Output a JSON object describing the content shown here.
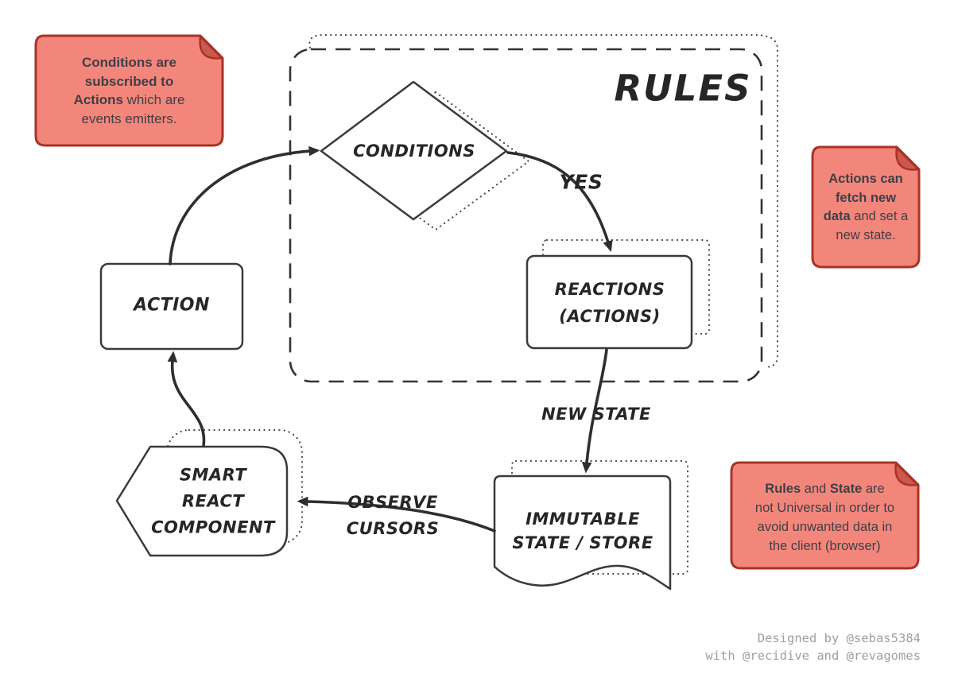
{
  "diagram": {
    "rules_title": "RULES",
    "nodes": {
      "conditions": {
        "label": "CONDITIONS"
      },
      "reactions": {
        "line1": "REACTIONS",
        "line2": "(ACTIONS)"
      },
      "action": {
        "label": "ACTION"
      },
      "smart_component": {
        "line1": "SMART",
        "line2": "REACT",
        "line3": "COMPONENT"
      },
      "store": {
        "line1": "IMMUTABLE",
        "line2": "STATE / STORE"
      }
    },
    "edge_labels": {
      "yes": "YES",
      "new_state": "NEW STATE",
      "observe_line1": "OBSERVE",
      "observe_line2": "CURSORS"
    }
  },
  "notes": {
    "conditions_note": {
      "lines": [
        [
          {
            "text": "Conditions are",
            "bold": true
          }
        ],
        [
          {
            "text": "subscribed to",
            "bold": true
          }
        ],
        [
          {
            "text": "Actions",
            "bold": true
          },
          {
            "text": " which are",
            "bold": false
          }
        ],
        [
          {
            "text": "events emitters.",
            "bold": false
          }
        ]
      ]
    },
    "actions_note": {
      "lines": [
        [
          {
            "text": "Actions can",
            "bold": true
          }
        ],
        [
          {
            "text": "fetch new",
            "bold": true
          }
        ],
        [
          {
            "text": "data",
            "bold": true
          },
          {
            "text": " and set a",
            "bold": false
          }
        ],
        [
          {
            "text": "new state.",
            "bold": false
          }
        ]
      ]
    },
    "rules_state_note": {
      "lines": [
        [
          {
            "text": "Rules",
            "bold": true
          },
          {
            "text": " and ",
            "bold": false
          },
          {
            "text": "State",
            "bold": true
          },
          {
            "text": " are",
            "bold": false
          }
        ],
        [
          {
            "text": "not Universal in order to",
            "bold": false
          }
        ],
        [
          {
            "text": "avoid unwanted data in",
            "bold": false
          }
        ],
        [
          {
            "text": "the client (browser)",
            "bold": false
          }
        ]
      ]
    }
  },
  "footer": {
    "line1": "Designed by @sebas5384",
    "line2": "with @recidive and @revagomes"
  },
  "colors": {
    "line": "#333333",
    "note_fill": "#F3867B",
    "note_border": "#A93327",
    "note_fold": "#CC594E",
    "note_text": "#3F3F46",
    "footer_text": "#9D9DA3"
  }
}
